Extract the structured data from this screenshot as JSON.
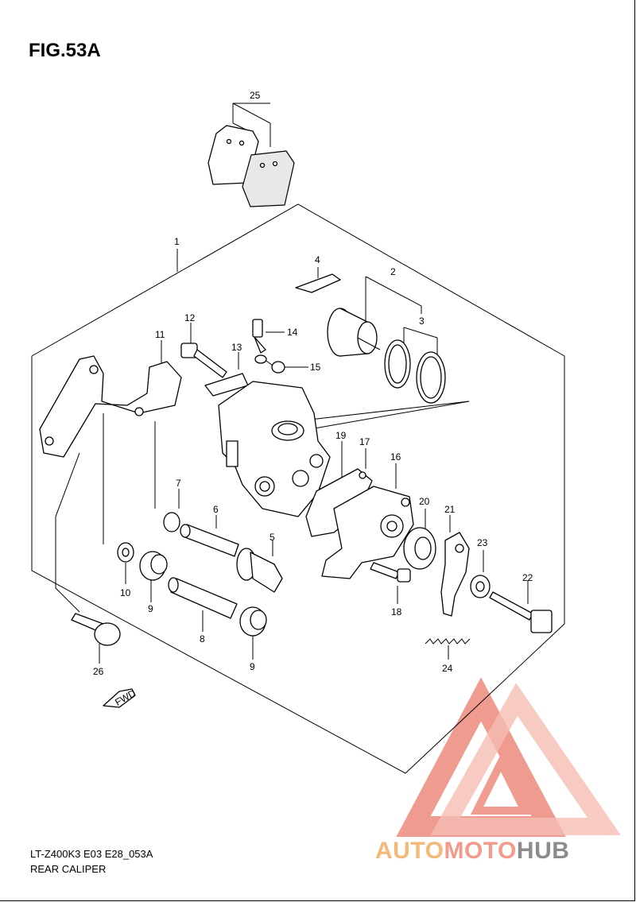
{
  "figure": {
    "title": "FIG.53A"
  },
  "callouts": [
    "1",
    "2",
    "3",
    "4",
    "5",
    "6",
    "7",
    "8",
    "9",
    "9",
    "10",
    "11",
    "12",
    "13",
    "14",
    "15",
    "16",
    "17",
    "18",
    "19",
    "20",
    "21",
    "22",
    "23",
    "24",
    "25",
    "26"
  ],
  "fwd_label": "FWD",
  "footer": {
    "model_code": "LT-Z400K3 E03 E28_053A",
    "section_name": "REAR CALIPER"
  },
  "watermark": {
    "part1": "AUTO",
    "part2": "MOTO",
    "part3": "HUB",
    "logo_color": "#ee8a7c",
    "text_colors": [
      "#f2b97a",
      "#f29b8b",
      "#8c8c8c"
    ]
  }
}
